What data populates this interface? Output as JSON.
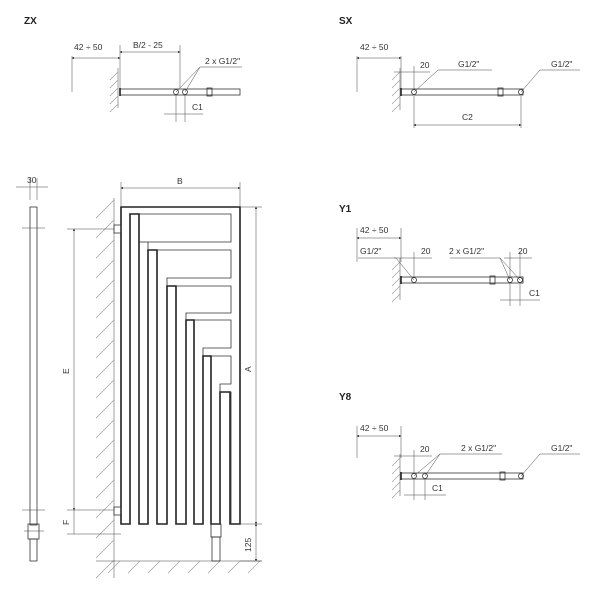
{
  "sections": {
    "zx": {
      "title": "ZX",
      "dim_offset": "42 ÷ 50",
      "dim_half": "B/2 - 25",
      "dim_ports": "2 x G1/2\"",
      "dim_c1": "C1"
    },
    "sx": {
      "title": "SX",
      "dim_offset": "42 ÷ 50",
      "dim_20": "20",
      "dim_port_left": "G1/2\"",
      "dim_port_right": "G1/2\"",
      "dim_c2": "C2"
    },
    "y1": {
      "title": "Y1",
      "dim_offset": "42 ÷ 50",
      "dim_port_left": "G1/2\"",
      "dim_20_left": "20",
      "dim_ports": "2 x G1/2\"",
      "dim_20_right": "20",
      "dim_c1": "C1"
    },
    "y8": {
      "title": "Y8",
      "dim_offset": "42 ÷ 50",
      "dim_20": "20",
      "dim_ports": "2 x G1/2\"",
      "dim_port_right": "G1/2\"",
      "dim_c1": "C1"
    }
  },
  "front": {
    "dim_b": "B",
    "dim_a": "A",
    "dim_e": "E",
    "dim_f": "F",
    "dim_125": "125"
  },
  "side": {
    "dim_30": "30"
  }
}
